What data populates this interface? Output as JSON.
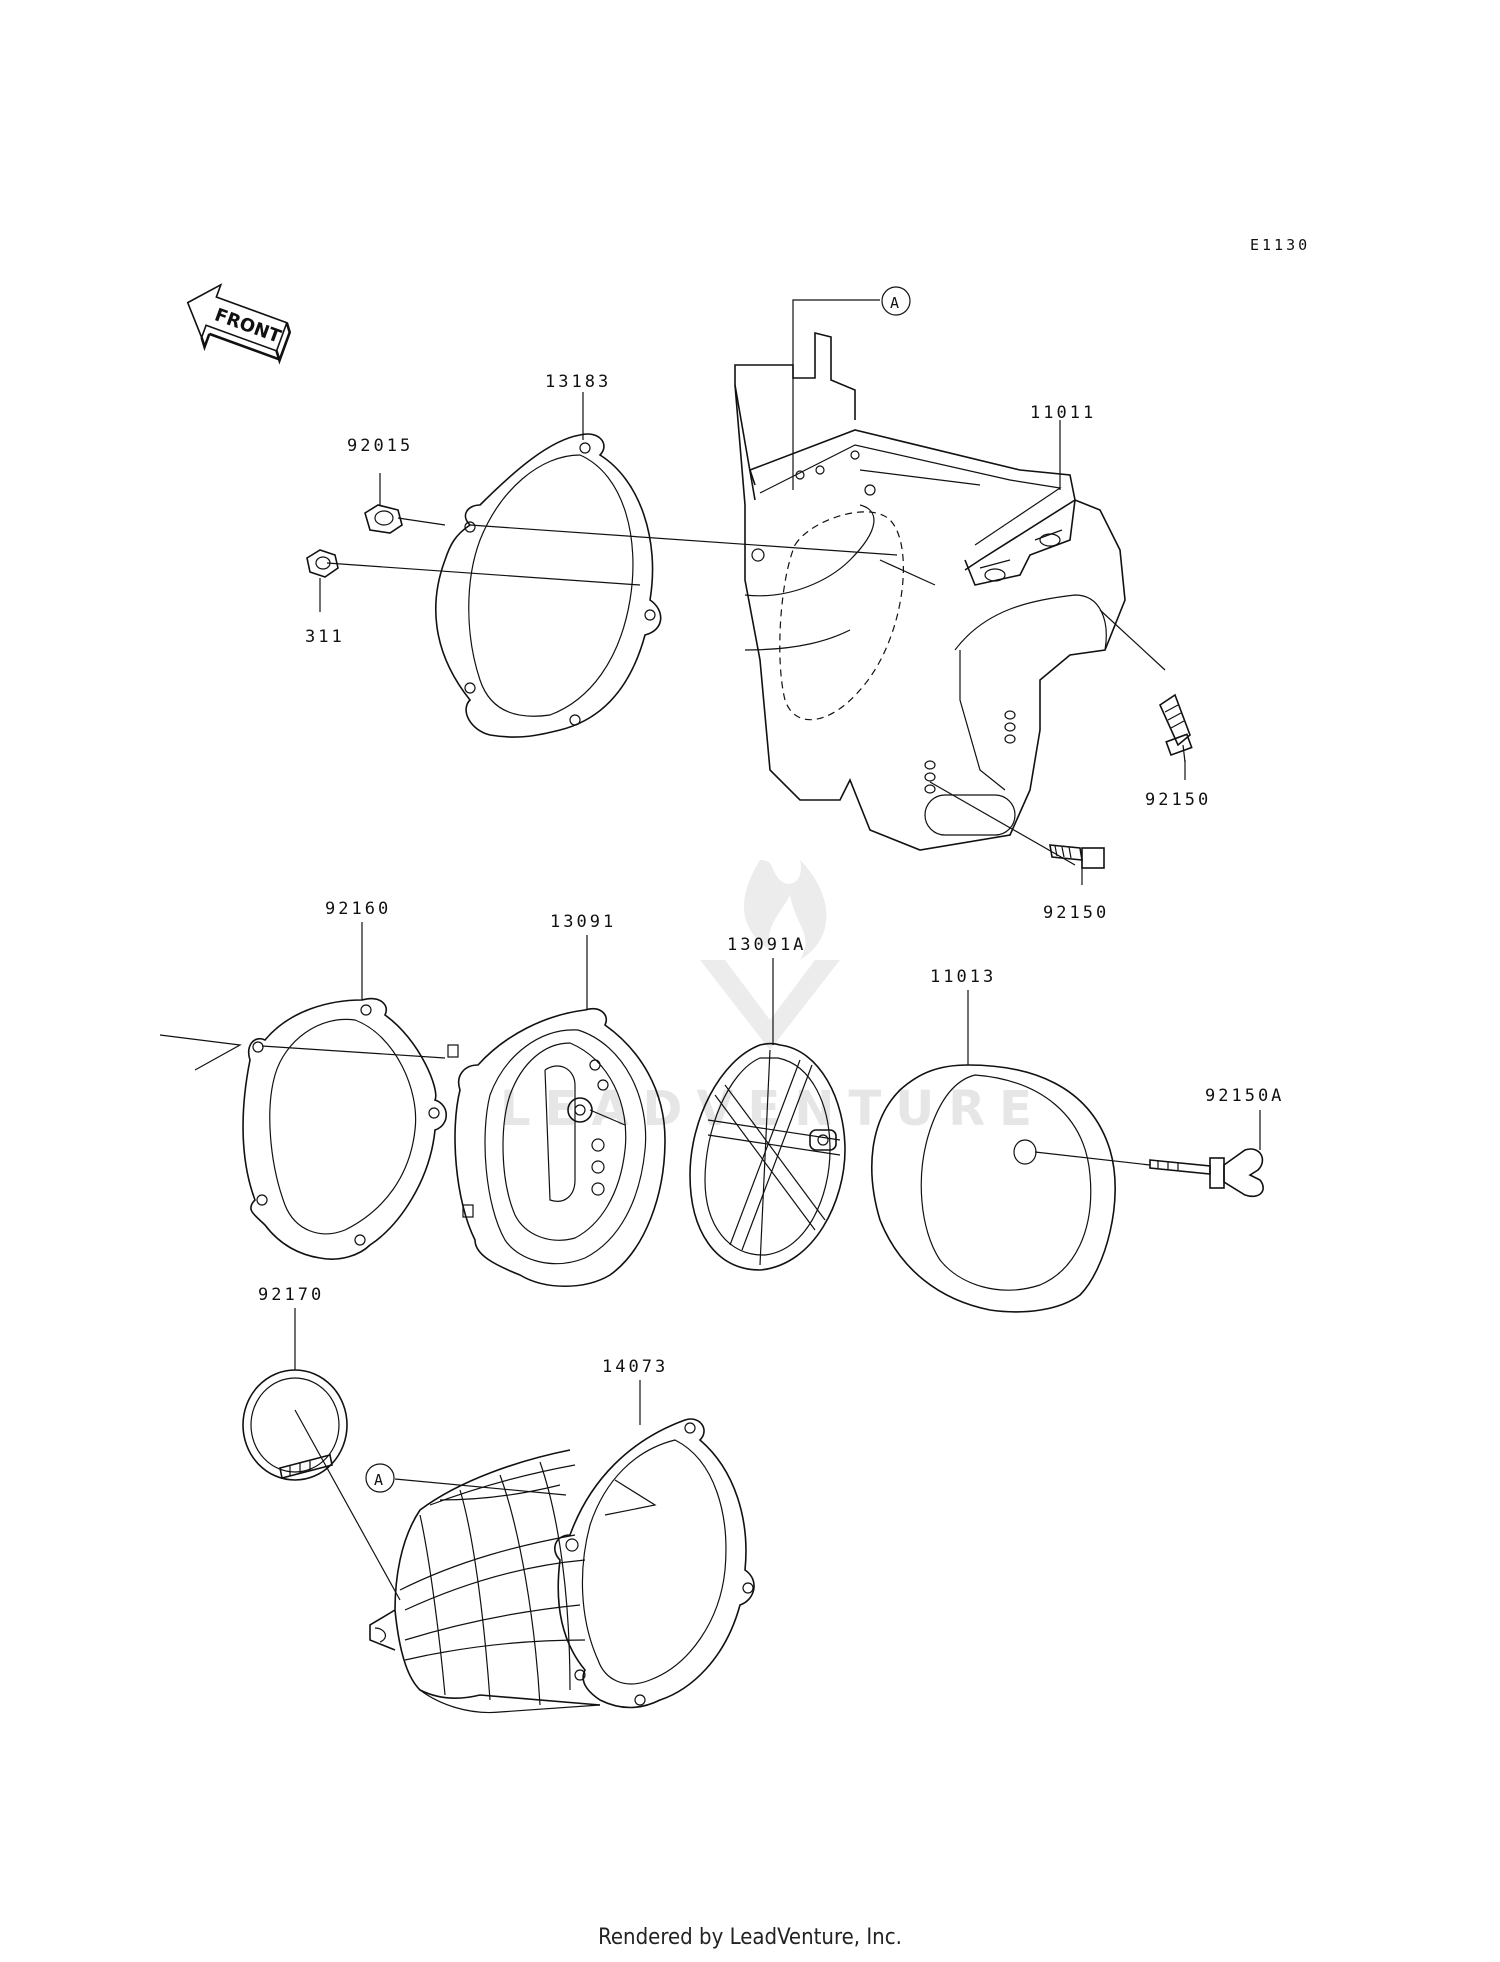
{
  "diagram": {
    "code": "E1130",
    "front_label": "FRONT",
    "ref_mark": "A",
    "watermark": "LEADVENTURE",
    "footer": "Rendered by LeadVenture, Inc.",
    "parts": {
      "p13183": "13183",
      "p92015": "92015",
      "p311": "311",
      "p11011": "11011",
      "p92150_upper": "92150",
      "p92150_lower": "92150",
      "p92160": "92160",
      "p13091": "13091",
      "p13091A": "13091A",
      "p11013": "11013",
      "p92150A": "92150A",
      "p92170": "92170",
      "p14073": "14073"
    }
  }
}
